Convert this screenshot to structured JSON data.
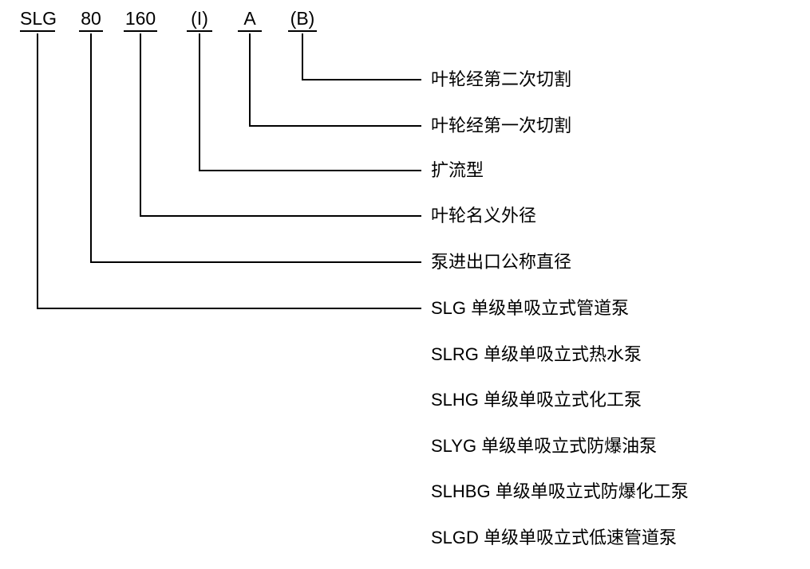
{
  "model_code": {
    "tokens": [
      "SLG",
      "80",
      "160",
      "(I)",
      "A",
      "(B)"
    ]
  },
  "callouts": [
    {
      "token": "(B)",
      "label": "叶轮经第二次切割"
    },
    {
      "token": "A",
      "label": "叶轮经第一次切割"
    },
    {
      "token": "(I)",
      "label": "扩流型"
    },
    {
      "token": "160",
      "label": "叶轮名义外径"
    },
    {
      "token": "80",
      "label": "泵进出口公称直径"
    },
    {
      "token": "SLG",
      "label": "SLG 单级单吸立式管道泵"
    }
  ],
  "variants": [
    "SLRG 单级单吸立式热水泵",
    "SLHG 单级单吸立式化工泵",
    "SLYG 单级单吸立式防爆油泵",
    "SLHBG 单级单吸立式防爆化工泵",
    "SLGD 单级单吸立式低速管道泵"
  ],
  "colors": {
    "line": "#000000",
    "text": "#000000",
    "background": "#ffffff"
  }
}
